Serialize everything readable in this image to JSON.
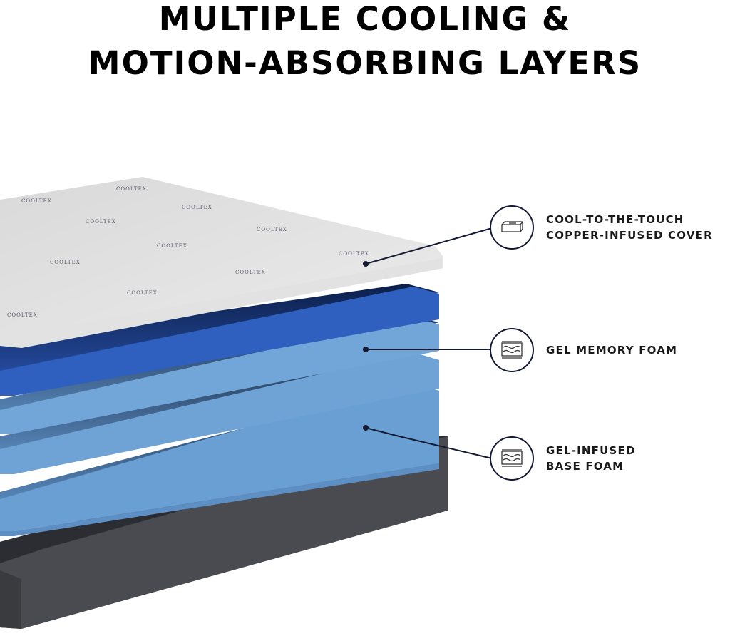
{
  "title": {
    "line1": "MULTIPLE COOLING &",
    "line2": "MOTION-ABSORBING LAYERS"
  },
  "callouts": [
    {
      "icon": "mattress-cover-icon",
      "lines": [
        "COOL-TO-THE-TOUCH",
        "COPPER-INFUSED COVER"
      ]
    },
    {
      "icon": "foam-layer-icon",
      "lines": [
        "GEL MEMORY FOAM"
      ]
    },
    {
      "icon": "foam-layer-icon",
      "lines": [
        "GEL-INFUSED",
        "BASE FOAM"
      ]
    }
  ],
  "cover_print": "COOLTEX",
  "colors": {
    "cover": "#e4e4e4",
    "top_foam": "#2f5fbf",
    "light_foam": "#6fa3d6",
    "base": "#4a4b4f",
    "line": "#141a33"
  }
}
